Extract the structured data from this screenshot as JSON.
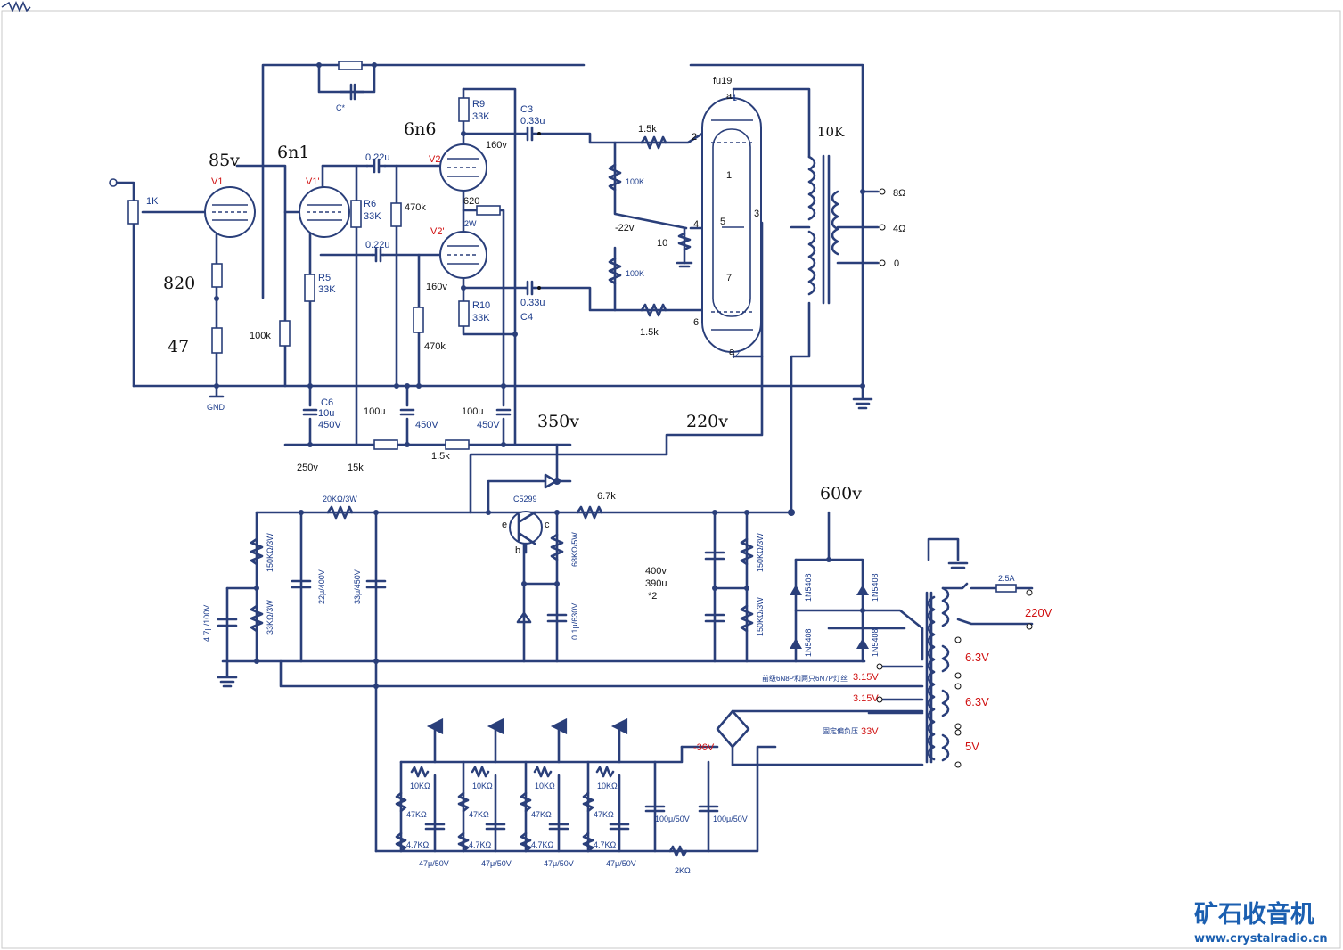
{
  "top": {
    "tube_v1": "V1",
    "tube_v1b": "V1'",
    "tube_v2": "V2",
    "tube_v2b": "V2'",
    "v_85": "85v",
    "type_6n1": "6n1",
    "type_6n6": "6n6",
    "type_fu19": "fu19",
    "r_820": "820",
    "r_47": "47",
    "gnd": "GND",
    "pot_1k": "1K",
    "r_100k": "100k",
    "c_022a": "0.22u",
    "c_022b": "0.22u",
    "r6": "R6",
    "r6v": "33K",
    "r5": "R5",
    "r5v": "33K",
    "r_470k_a": "470k",
    "r_470k_b": "470k",
    "r9": "R9",
    "r9v": "33K",
    "r10": "R10",
    "r10v": "33K",
    "c3": "C3",
    "c3v": "0.33u",
    "c4": "C4",
    "c4v": "0.33u",
    "v_160_a": "160v",
    "v_160_b": "160v",
    "r_620": "620",
    "r_620w": "2W",
    "c_star": "C*",
    "r_15k_a": "1.5k",
    "r_15k_b": "1.5k",
    "r_100K_a": "100K",
    "r_100K_b": "100K",
    "v_m22": "-22v",
    "r_10": "10",
    "pin_a1": "a",
    "pin_a2": "a",
    "pin_a_sub1": "1",
    "pin_a_sub2": "2",
    "pin_2": "2",
    "pin_3": "3",
    "pin_4": "4",
    "pin_5": "5",
    "pin_6": "6",
    "pin_1": "1",
    "pin_7": "7",
    "ot_10k": "10K",
    "out_8": "8Ω",
    "out_4": "4Ω",
    "out_0": "0",
    "c6": "C6",
    "c6v": "10u",
    "c6vv": "450V",
    "c_100u_a": "100u",
    "c_100u_a_v": "450V",
    "c_100u_b": "100u",
    "c_100u_b_v": "450V",
    "v_250": "250v",
    "r_15k": "15k",
    "r_15k_c": "1.5k",
    "v_350": "350v",
    "v_220": "220v"
  },
  "supply": {
    "q_c5299": "C5299",
    "q_e": "e",
    "q_c": "c",
    "q_b": "b",
    "r_67k": "6.7k",
    "v_600": "600v",
    "r_20k3w": "20KΩ/3W",
    "r_150k3w_a": "150KΩ/3W",
    "r_33k3w": "33KΩ/3W",
    "c_47u100": "4.7μ/100V",
    "c_22u400": "22μ/400V",
    "c_33u450": "33μ/450V",
    "r_68k5w": "68KΩ/5W",
    "c_01u630": "0.1μ/630V",
    "cap_400v": "400v",
    "cap_390u": "390u",
    "cap_x2": "*2",
    "r_150k3w_b": "150KΩ/3W",
    "r_150k3w_c": "150KΩ/3W",
    "d_1": "1N5408",
    "d_2": "1N5408",
    "d_3": "1N5408",
    "d_4": "1N5408",
    "fuse": "2.5A",
    "mains": "220V",
    "w_63a": "6.3V",
    "w_63b": "6.3V",
    "w_5": "5V",
    "h_315a": "3.15V",
    "h_315b": "3.15V",
    "heater_note": "前级6N8P和两只6N7P灯丝",
    "bias_note": "固定偏负压",
    "bias_33": "33V",
    "bias_m36": "-36V",
    "b_10k": [
      "10KΩ",
      "10KΩ",
      "10KΩ",
      "10KΩ"
    ],
    "b_47k": [
      "47KΩ",
      "47KΩ",
      "47KΩ",
      "47KΩ"
    ],
    "b_4k7": [
      "4.7KΩ",
      "4.7KΩ",
      "4.7KΩ",
      "4.7KΩ"
    ],
    "b_47u": [
      "47μ/50V",
      "47μ/50V",
      "47μ/50V",
      "47μ/50V"
    ],
    "c_100u50a": "100μ/50V",
    "c_100u50b": "100μ/50V",
    "r_2k": "2KΩ"
  },
  "brand": {
    "name": "矿石收音机",
    "url": "www.crystalradio.cn"
  }
}
